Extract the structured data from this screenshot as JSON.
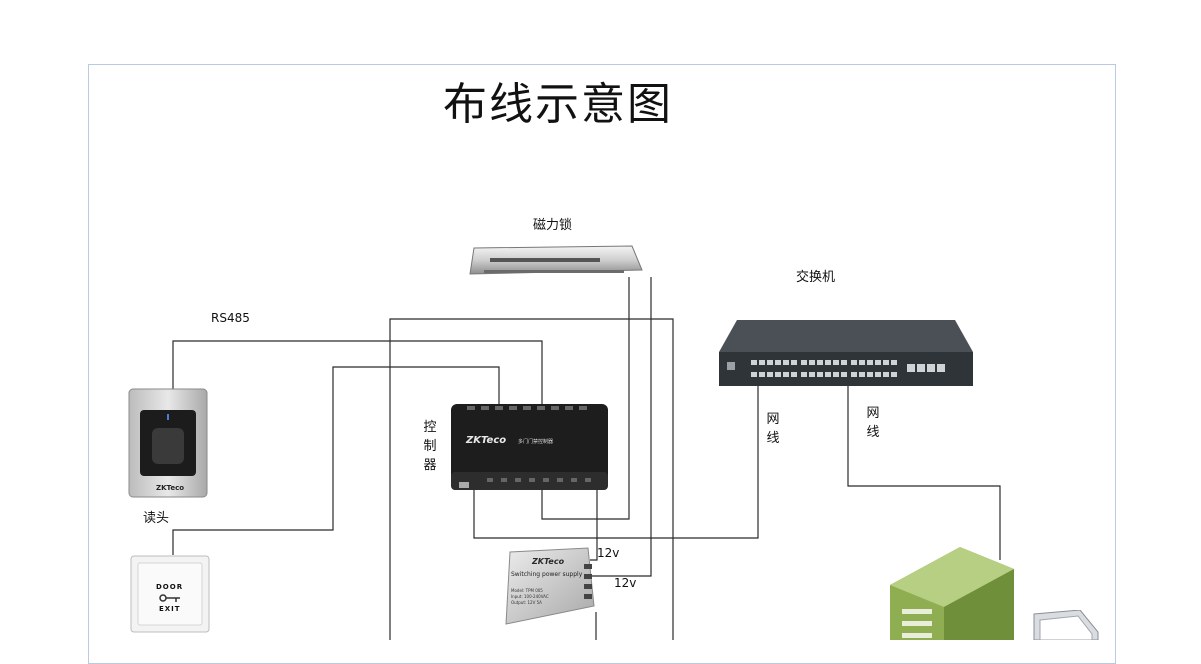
{
  "title": "布线示意图",
  "labels": {
    "maglock": "磁力锁",
    "switch": "交换机",
    "rs485": "RS485",
    "controller": "控制器",
    "reader": "读头",
    "network_left": "网线",
    "network_right": "网线",
    "v12_top": "12v",
    "v12_bottom": "12v"
  },
  "devices": {
    "reader_brand": "ZKTeco",
    "controller_brand": "ZKTeco",
    "controller_caption": "多门门禁控制器",
    "exit_button_line1": "DOOR",
    "exit_button_line2": "EXIT",
    "psu_brand": "ZKTeco",
    "psu_title": "Switching power supply",
    "psu_model": "Model: TPM 005",
    "psu_input": "Input: 100-240VAC",
    "psu_output": "Output: 12V 5A"
  },
  "colors": {
    "wire": "#2b2b2b",
    "frame": "#b9cbe0",
    "server": "#8fae52",
    "switch_body": "#3a3f44",
    "controller_body": "#1d1d1d"
  }
}
